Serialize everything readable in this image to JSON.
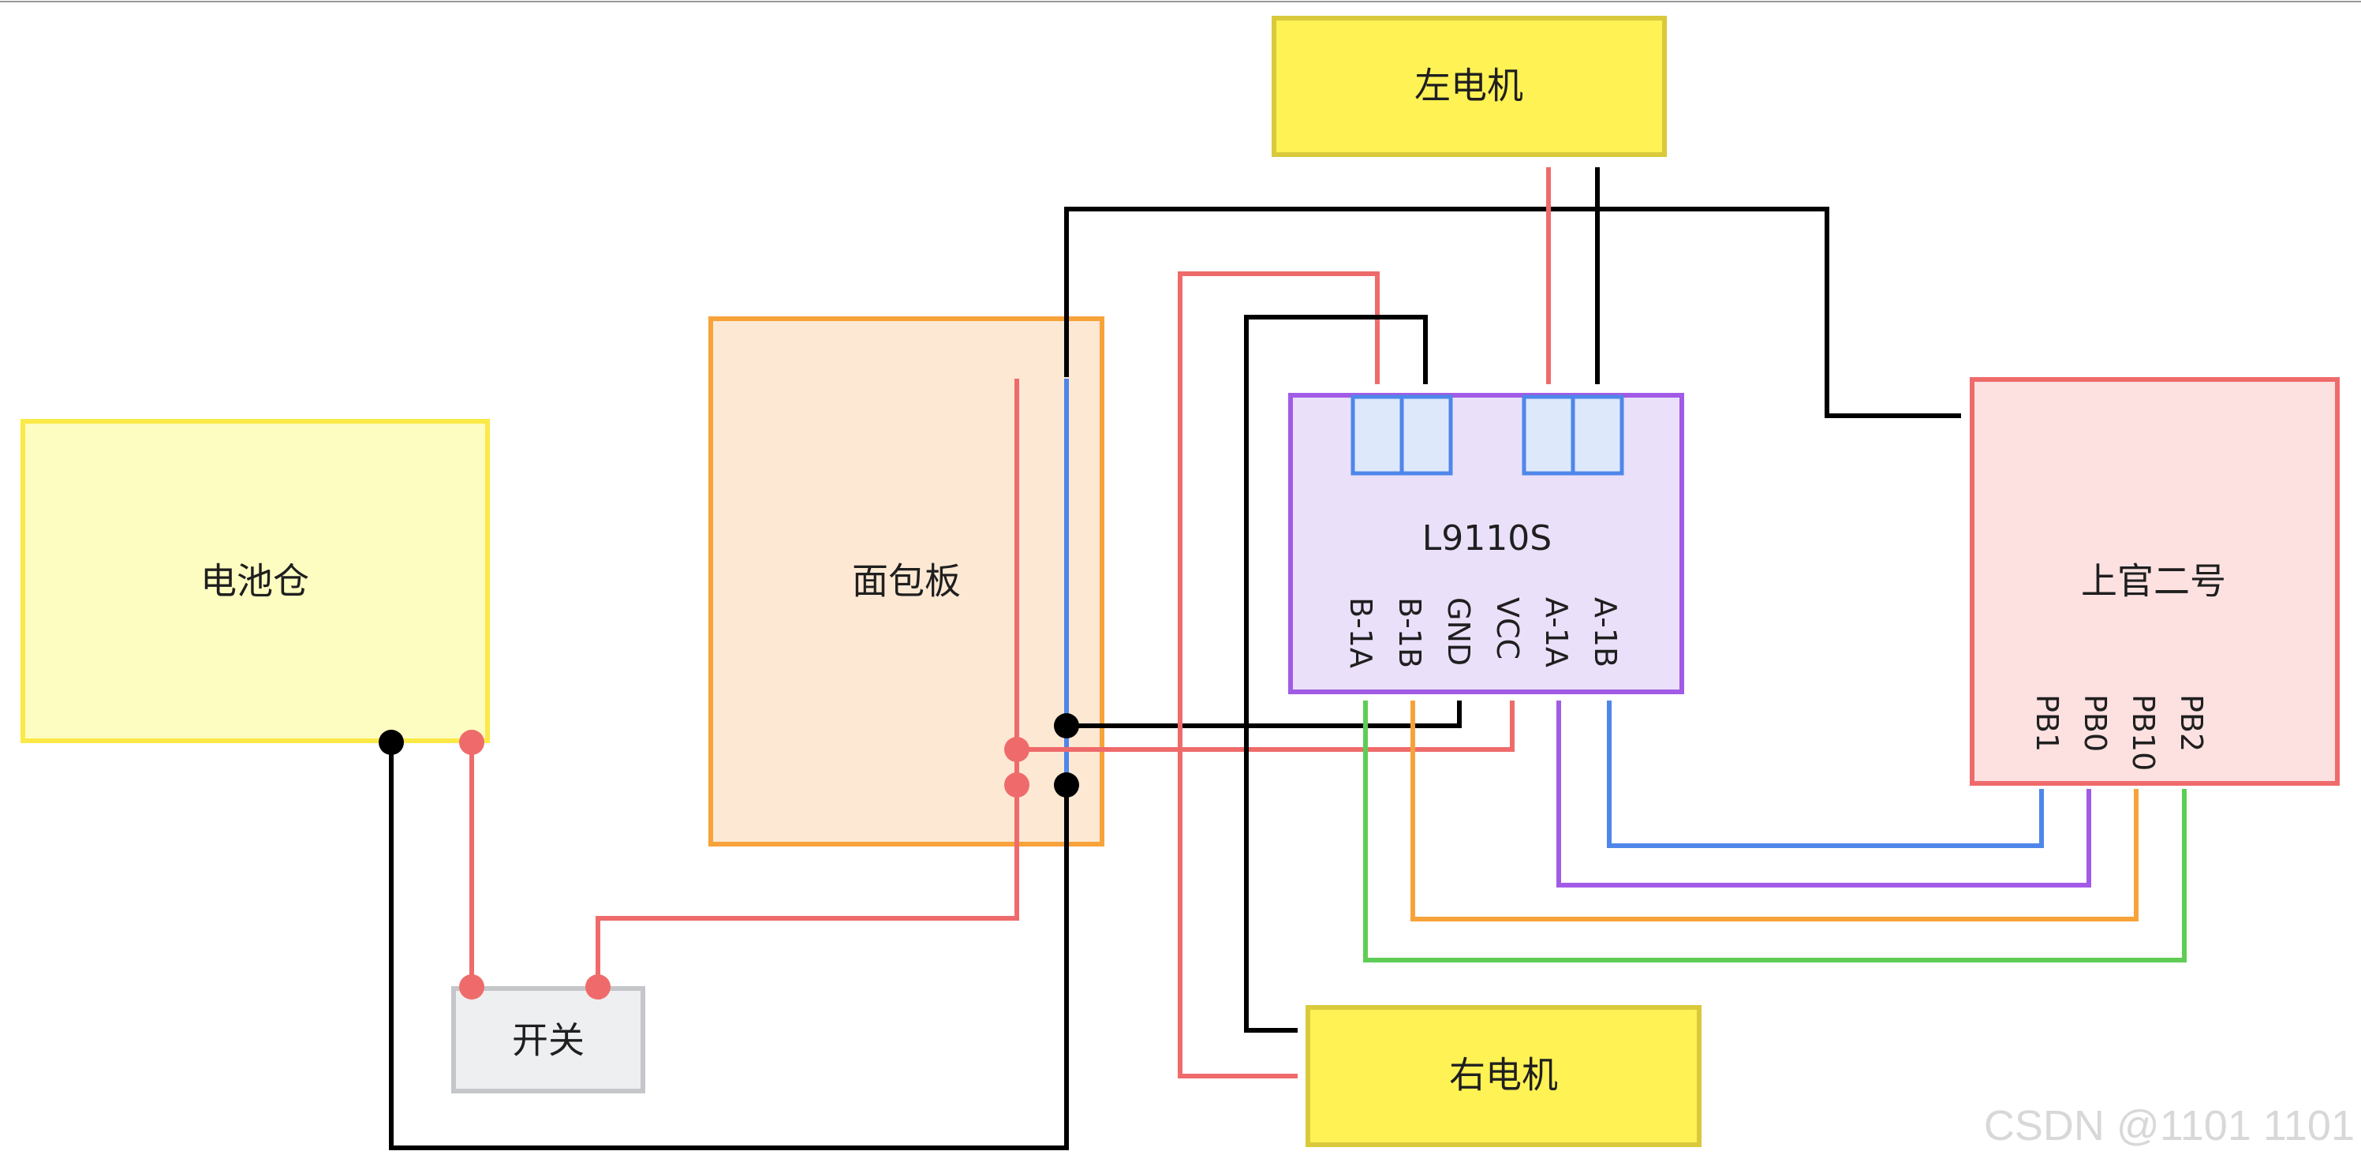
{
  "blocks": {
    "battery": "电池仓",
    "breadboard": "面包板",
    "switch": "开关",
    "left_motor": "左电机",
    "right_motor": "右电机",
    "mcu": "上官二号",
    "driver": "L9110S"
  },
  "driver_pins": [
    "B-1A",
    "B-1B",
    "GND",
    "VCC",
    "A-1A",
    "A-1B"
  ],
  "mcu_pins": [
    "PB1",
    "PB0",
    "PB10",
    "PB2"
  ],
  "watermark": "CSDN @1101 1101",
  "colors": {
    "battery_fill": "#fdfdc2",
    "battery_stroke": "#fbe948",
    "breadboard_fill": "#fde8d3",
    "breadboard_stroke": "#f7a33a",
    "motor_fill": "#fef255",
    "motor_stroke": "#d9c93b",
    "driver_fill": "#eae0fa",
    "driver_stroke": "#a25be6",
    "mcu_fill": "#fde1e1",
    "mcu_stroke": "#ef6b6b",
    "switch_fill": "#eeeff1",
    "switch_stroke": "#c4c6ca",
    "terminal_fill": "#dee8fb",
    "terminal_stroke": "#4f86ea",
    "wire_red": "#ef6b6b",
    "wire_black": "#000000",
    "wire_blue": "#4f86ea",
    "wire_purple": "#a25be6",
    "wire_orange": "#f7a33a",
    "wire_green": "#5fcd55"
  }
}
